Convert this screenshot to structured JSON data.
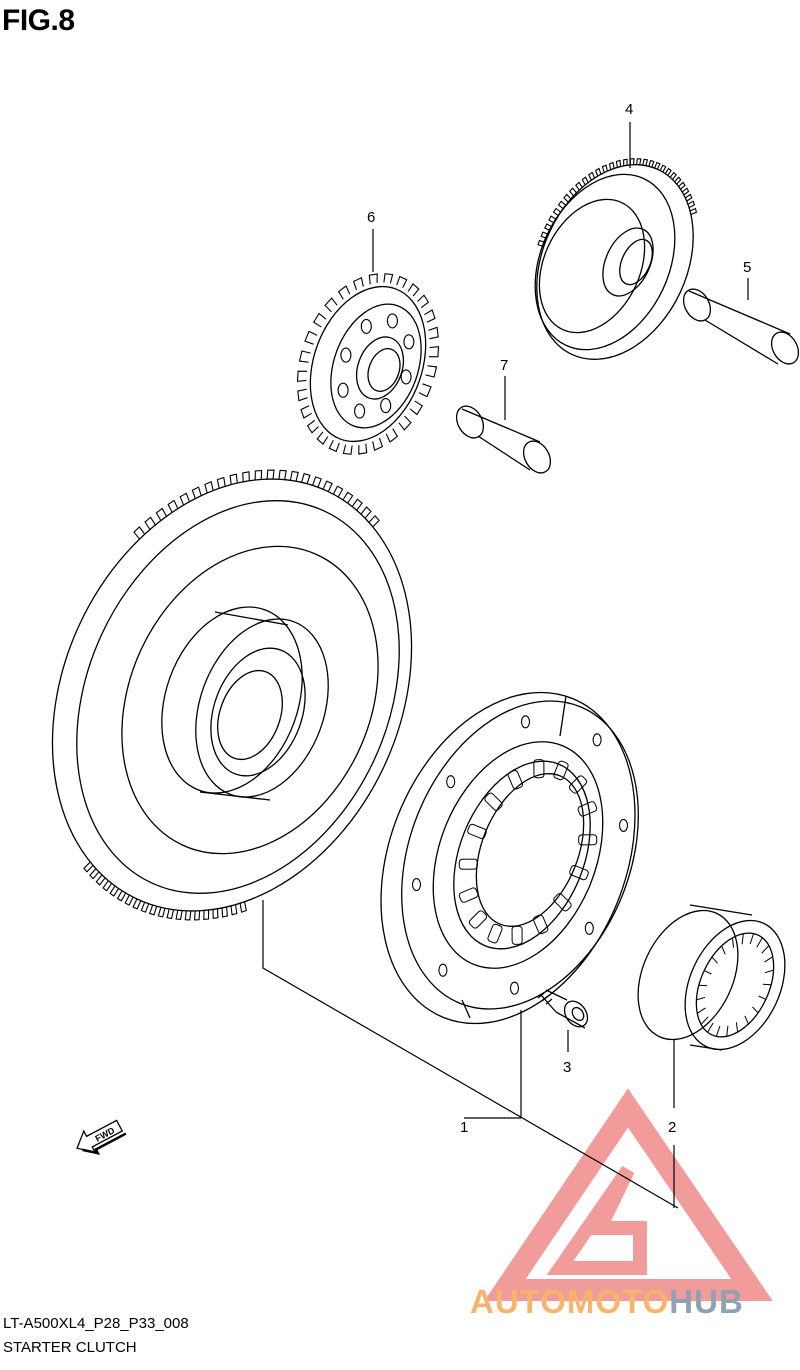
{
  "figure_title": "FIG.8",
  "reference_code": "LT-A500XL4_P28_P33_008",
  "caption": "STARTER CLUTCH",
  "direction_label": "FWD",
  "part_labels": [
    {
      "id": "1",
      "text": "1"
    },
    {
      "id": "2",
      "text": "2"
    },
    {
      "id": "3",
      "text": "3"
    },
    {
      "id": "4",
      "text": "4"
    },
    {
      "id": "5",
      "text": "5"
    },
    {
      "id": "6",
      "text": "6"
    },
    {
      "id": "7",
      "text": "7"
    }
  ],
  "watermark": {
    "text_part_a": "AUTOMOTO",
    "text_part_b": "HUB",
    "color_a": "#f6b56a",
    "color_b": "#8fa1b3",
    "logo_color": "#f08a8a"
  },
  "colors": {
    "line": "#000000",
    "background": "#ffffff"
  }
}
